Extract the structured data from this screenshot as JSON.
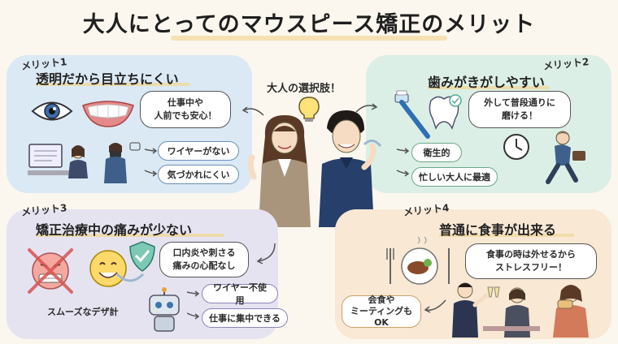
{
  "title": "大人にとってのマウスピース矯正のメリット",
  "center": {
    "caption": "大人の選択肢！",
    "icon": "lightbulb-icon"
  },
  "merits": [
    {
      "tag": "メリット1",
      "title": "透明だから目立ちにくい",
      "bubble": "仕事中や\n人前でも安心！",
      "pills": [
        "ワイヤーがない",
        "気づかれにくい"
      ],
      "icons": [
        "eye-icon",
        "smile-icon",
        "camera-icon"
      ]
    },
    {
      "tag": "メリット2",
      "title": "歯みがきがしやすい",
      "bubble": "外して普段通りに\n磨ける！",
      "pills": [
        "衛生的",
        "忙しい大人に最適"
      ],
      "icons": [
        "toothbrush-icon",
        "tooth-icon",
        "clock-icon"
      ]
    },
    {
      "tag": "メリット3",
      "title": "矯正治療中の痛みが少ない",
      "bubble": "口内炎や刺さる\n痛みの心配なし",
      "pills": [
        "ワイヤー不使用",
        "仕事に集中できる"
      ],
      "caption": "スムーズなデザ計",
      "icons": [
        "braces-face-icon",
        "happy-face-icon",
        "shield-check-icon",
        "robot-icon"
      ]
    },
    {
      "tag": "メリット4",
      "title": "普通に食事が出来る",
      "bubble": "食事の時は外せるから\nストレスフリー！",
      "pills": [
        "会食や\nミーティングもOK"
      ],
      "icons": [
        "plate-icon",
        "toast-icon"
      ]
    }
  ],
  "colors": {
    "panel1": "#dbe9f5",
    "panel2": "#dcefe6",
    "panel3": "#e6e3f1",
    "panel4": "#f8e8d4",
    "highlight": "#f0d89c"
  }
}
